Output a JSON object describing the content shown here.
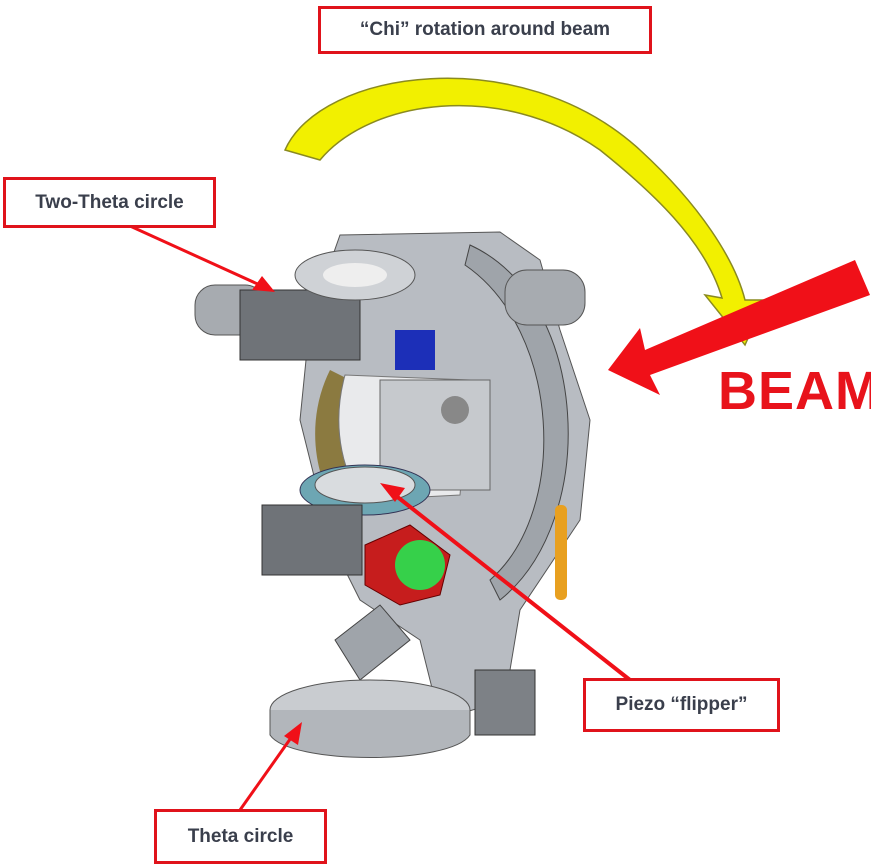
{
  "labels": {
    "chi": "“Chi” rotation around beam",
    "two_theta": "Two-Theta circle",
    "piezo": "Piezo “flipper”",
    "theta": "Theta circle",
    "beam": "BEAM"
  },
  "colors": {
    "label_border": "#e0131b",
    "arrow_red": "#f01018",
    "arrow_yellow": "#f2f000",
    "label_text": "#3a3f4c"
  }
}
